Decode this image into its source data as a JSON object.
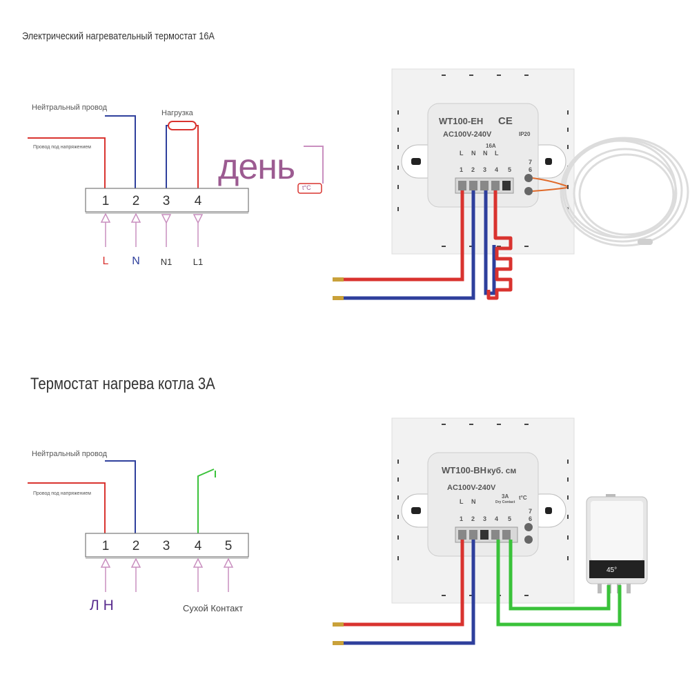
{
  "top": {
    "title": "Электрический нагревательный термостат 16А",
    "neutral_label": "Нейтральный провод",
    "live_label": "Провод под напряжением",
    "load_label": "Нагрузка",
    "day_word": "день",
    "temp_unit": "t°C",
    "terminals": [
      "1",
      "2",
      "3",
      "4"
    ],
    "bottom_labels": [
      "L",
      "N",
      "N1",
      "L1"
    ],
    "device": {
      "model": "WT100-EH",
      "voltage": "AC100V-240V",
      "ce": "CE",
      "ip": "IP20",
      "current": "16A",
      "term_letters": [
        "L",
        "N",
        "N",
        "L"
      ],
      "term_numbers": [
        "1",
        "2",
        "3",
        "4",
        "5"
      ],
      "sensor_numbers": [
        "7",
        "6"
      ]
    }
  },
  "bottom": {
    "title": "Термостат нагрева котла 3А",
    "neutral_label": "Нейтральный провод",
    "live_label": "Провод под напряжением",
    "terminals": [
      "1",
      "2",
      "3",
      "4",
      "5"
    ],
    "bottom_labels_ln": "Л Н",
    "dry_contact_label": "Сухой Контакт",
    "device": {
      "model": "WT100-BH",
      "model_suffix": "куб. см",
      "voltage": "AC100V-240V",
      "current": "3A",
      "dry_contact": "Dry Contact",
      "term_letters": [
        "L",
        "N"
      ],
      "term_numbers": [
        "1",
        "2",
        "3",
        "4",
        "5"
      ],
      "sensor_numbers": [
        "7",
        "6"
      ],
      "tc": "t°C"
    },
    "boiler_display": "45°"
  },
  "colors": {
    "red": "#d9332f",
    "blue": "#2e3f9c",
    "green": "#3ac23a",
    "pink": "#c98fbf",
    "purple": "#9c5b91",
    "ln_purple": "#5a2d8f"
  }
}
